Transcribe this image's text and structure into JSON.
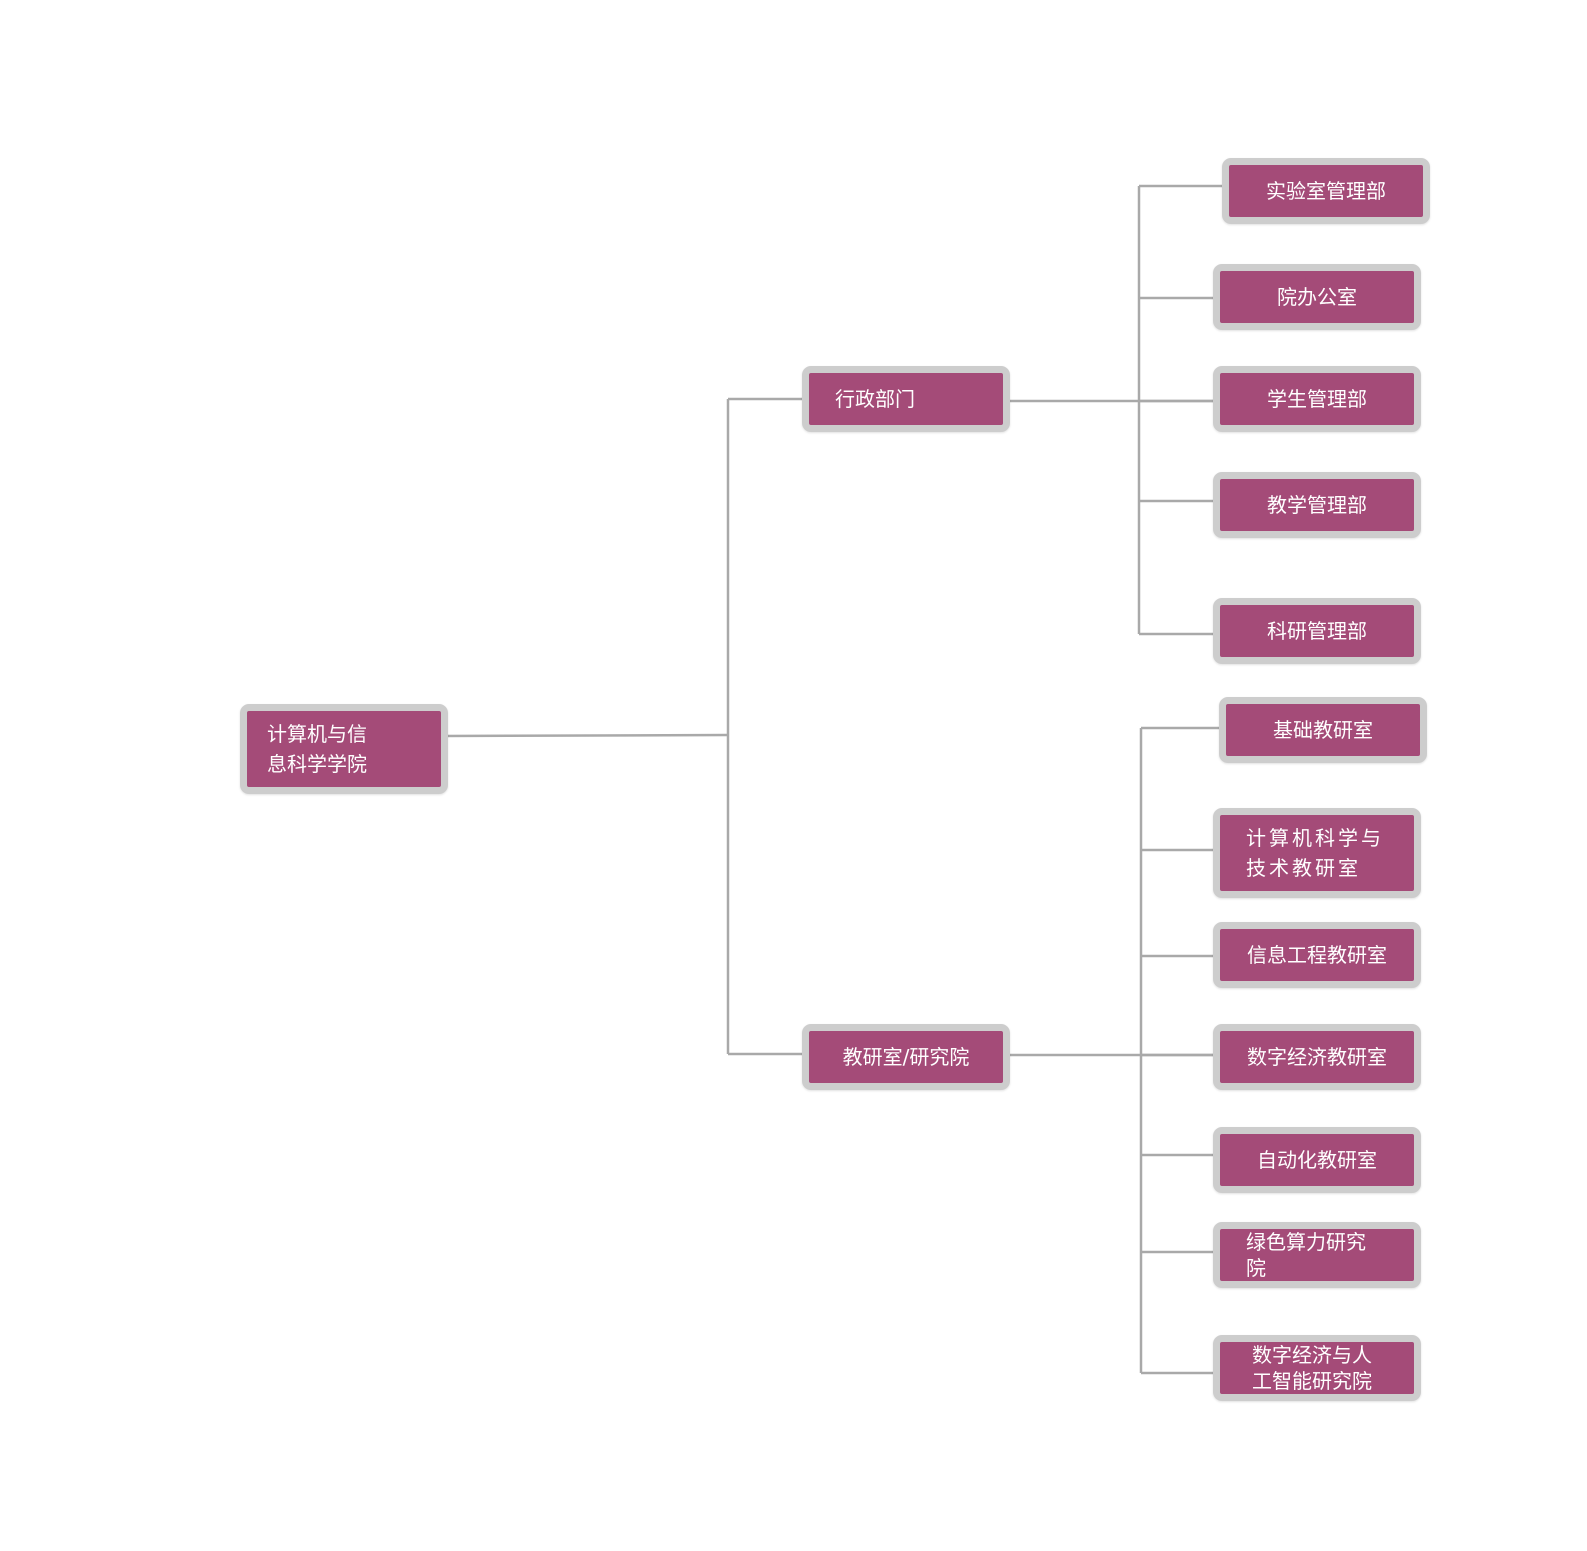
{
  "colors": {
    "node_fill": "#a44b78",
    "node_border": "#cdcdcd",
    "line": "#a9a9a9",
    "text": "#ffffff"
  },
  "root": {
    "label": "计算机与信\n息科学学院"
  },
  "branches": [
    {
      "label": "行政部门",
      "children": [
        "实验室管理部",
        "院办公室",
        "学生管理部",
        "教学管理部",
        "科研管理部"
      ]
    },
    {
      "label": "教研室/研究院",
      "children": [
        "基础教研室",
        "计算机科学与\n技术教研室",
        "信息工程教研室",
        "数字经济教研室",
        "自动化教研室",
        "绿色算力研究\n院",
        "数字经济与人\n工智能研究院"
      ]
    }
  ]
}
